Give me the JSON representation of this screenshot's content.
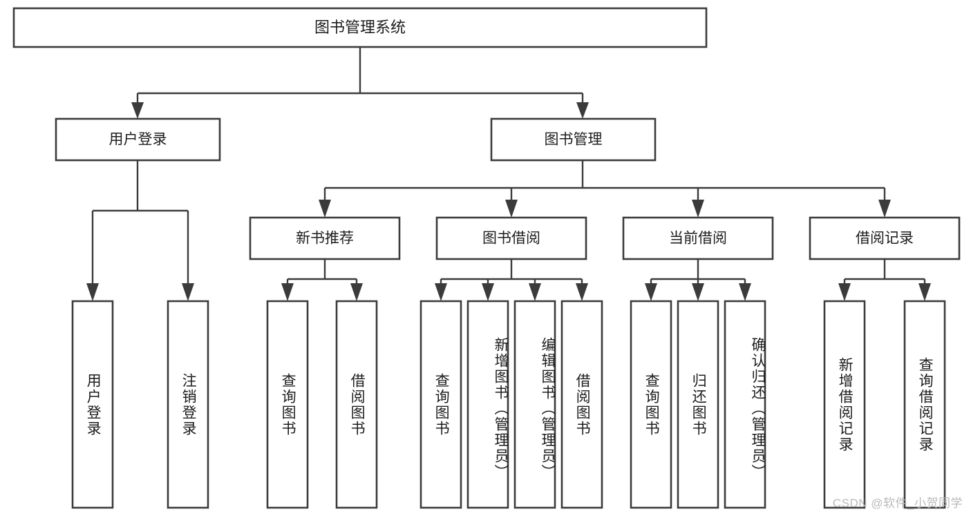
{
  "diagram": {
    "title": "图书管理系统",
    "watermark": "CSDN @软件_小贺同学",
    "colors": {
      "stroke": "#3b3b3b",
      "box_fill": "#ffffff",
      "text": "#1c1c1c",
      "background": "#ffffff",
      "watermark": "#b9b9b9"
    },
    "root": {
      "label": "图书管理系统"
    },
    "level2": [
      {
        "label": "用户登录"
      },
      {
        "label": "图书管理"
      }
    ],
    "level3": [
      {
        "label": "新书推荐"
      },
      {
        "label": "图书借阅"
      },
      {
        "label": "当前借阅"
      },
      {
        "label": "借阅记录"
      }
    ],
    "leaves": {
      "user_login": [
        {
          "label": "用户登录"
        },
        {
          "label": "注销登录"
        }
      ],
      "new_book_recommend": [
        {
          "label": "查询图书"
        },
        {
          "label": "借阅图书"
        }
      ],
      "book_borrow": [
        {
          "label": "查询图书"
        },
        {
          "label": "新增图书（管理员）"
        },
        {
          "label": "编辑图书（管理员）"
        },
        {
          "label": "借阅图书"
        }
      ],
      "current_borrow": [
        {
          "label": "查询图书"
        },
        {
          "label": "归还图书"
        },
        {
          "label": "确认归还（管理员）"
        }
      ],
      "borrow_records": [
        {
          "label": "新增借阅记录"
        },
        {
          "label": "查询借阅记录"
        }
      ]
    }
  }
}
